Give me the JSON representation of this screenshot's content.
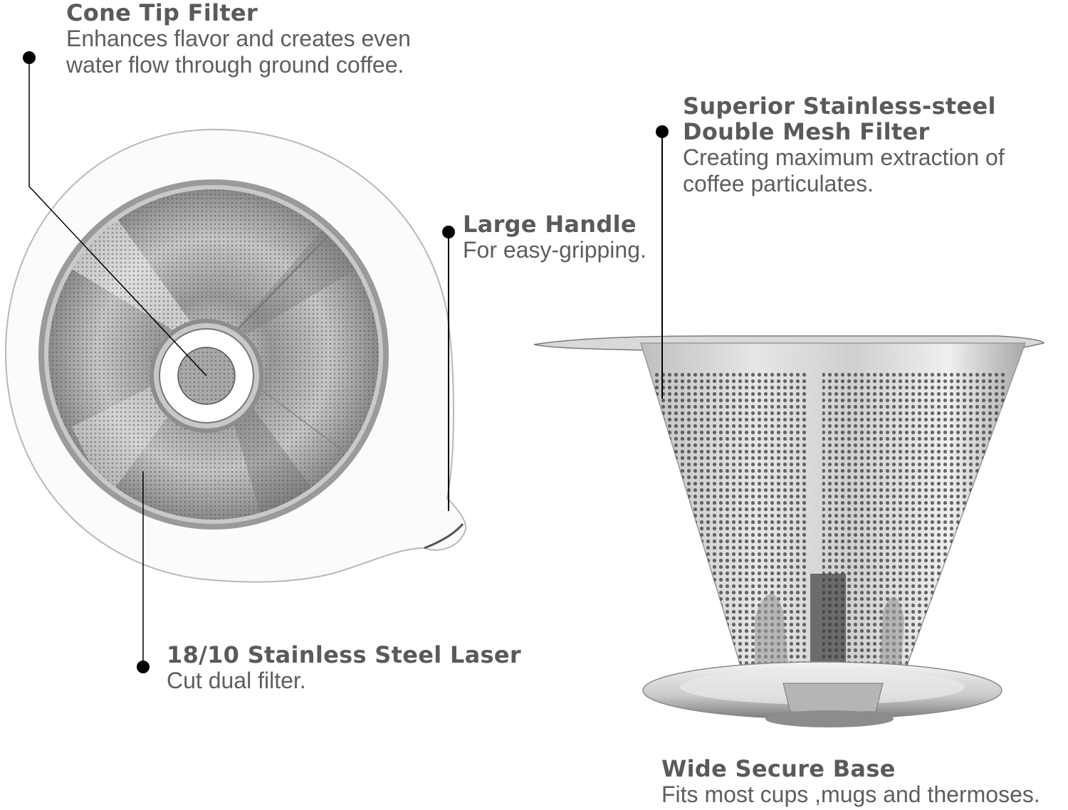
{
  "callouts": {
    "cone_tip_filter": {
      "title": "Cone Tip Filter",
      "desc_line1": "Enhances flavor and creates even",
      "desc_line2": "water flow through ground coffee."
    },
    "double_mesh": {
      "title_line1": "Superior Stainless-steel",
      "title_line2": "Double Mesh Filter",
      "desc_line1": "Creating maximum extraction of",
      "desc_line2": "coffee particulates."
    },
    "large_handle": {
      "title": "Large Handle",
      "desc": "For easy-gripping."
    },
    "laser_cut": {
      "title": "18/10 Stainless Steel Laser",
      "desc": "Cut dual filter."
    },
    "wide_base": {
      "title": "Wide Secure Base",
      "desc": "Fits most cups ,mugs and thermoses."
    }
  },
  "colors": {
    "title_text": "#5a5a5a",
    "body_text": "#5e5e5e",
    "pointer": "#000000",
    "steel_dark": "#6f6f6f",
    "steel_light": "#e8e8e8"
  },
  "illustrations": {
    "top_view": "filter-top-view",
    "side_view": "filter-side-view"
  }
}
